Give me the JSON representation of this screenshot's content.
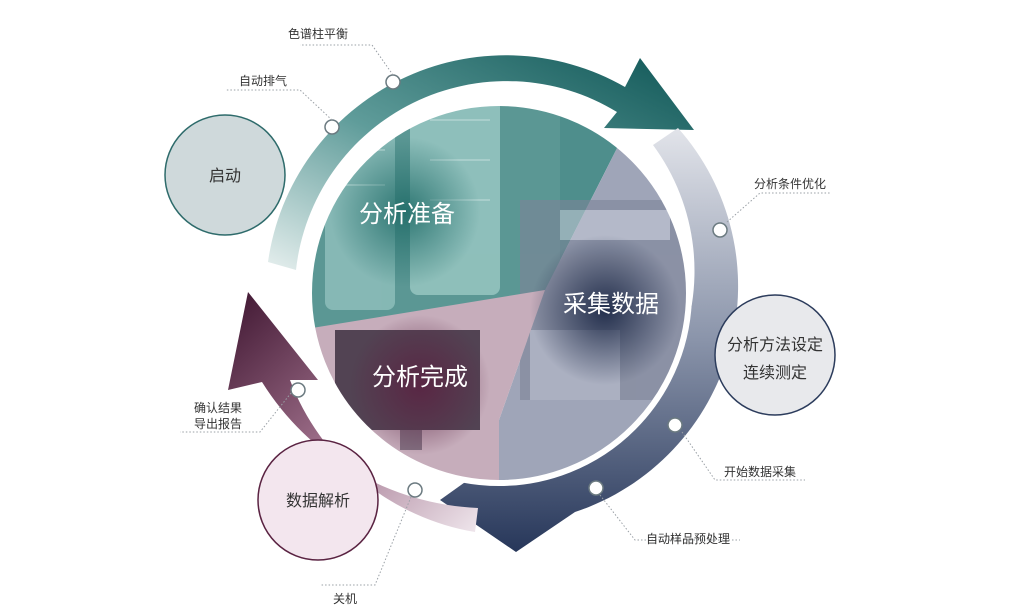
{
  "quadrants": {
    "prep": "分析准备",
    "acquire": "采集数据",
    "complete": "分析完成"
  },
  "bubbles": {
    "start": "启动",
    "method_line1": "分析方法设定",
    "method_line2": "连续测定",
    "parse": "数据解析"
  },
  "steps": {
    "color_balance": "色谱柱平衡",
    "auto_purge": "自动排气",
    "optimize": "分析条件优化",
    "begin_acquire": "开始数据采集",
    "auto_pretreat": "自动样品预处理",
    "confirm_line1": "确认结果",
    "confirm_line2": "导出报告",
    "shutdown": "关机"
  },
  "colors": {
    "teal": "#1f6a6a",
    "navy": "#2c3c5c",
    "plum": "#4a1f38",
    "prep_fill": "#3f8f8c",
    "acquire_fill": "#9aa0b4",
    "complete_fill": "#7a4b64"
  }
}
